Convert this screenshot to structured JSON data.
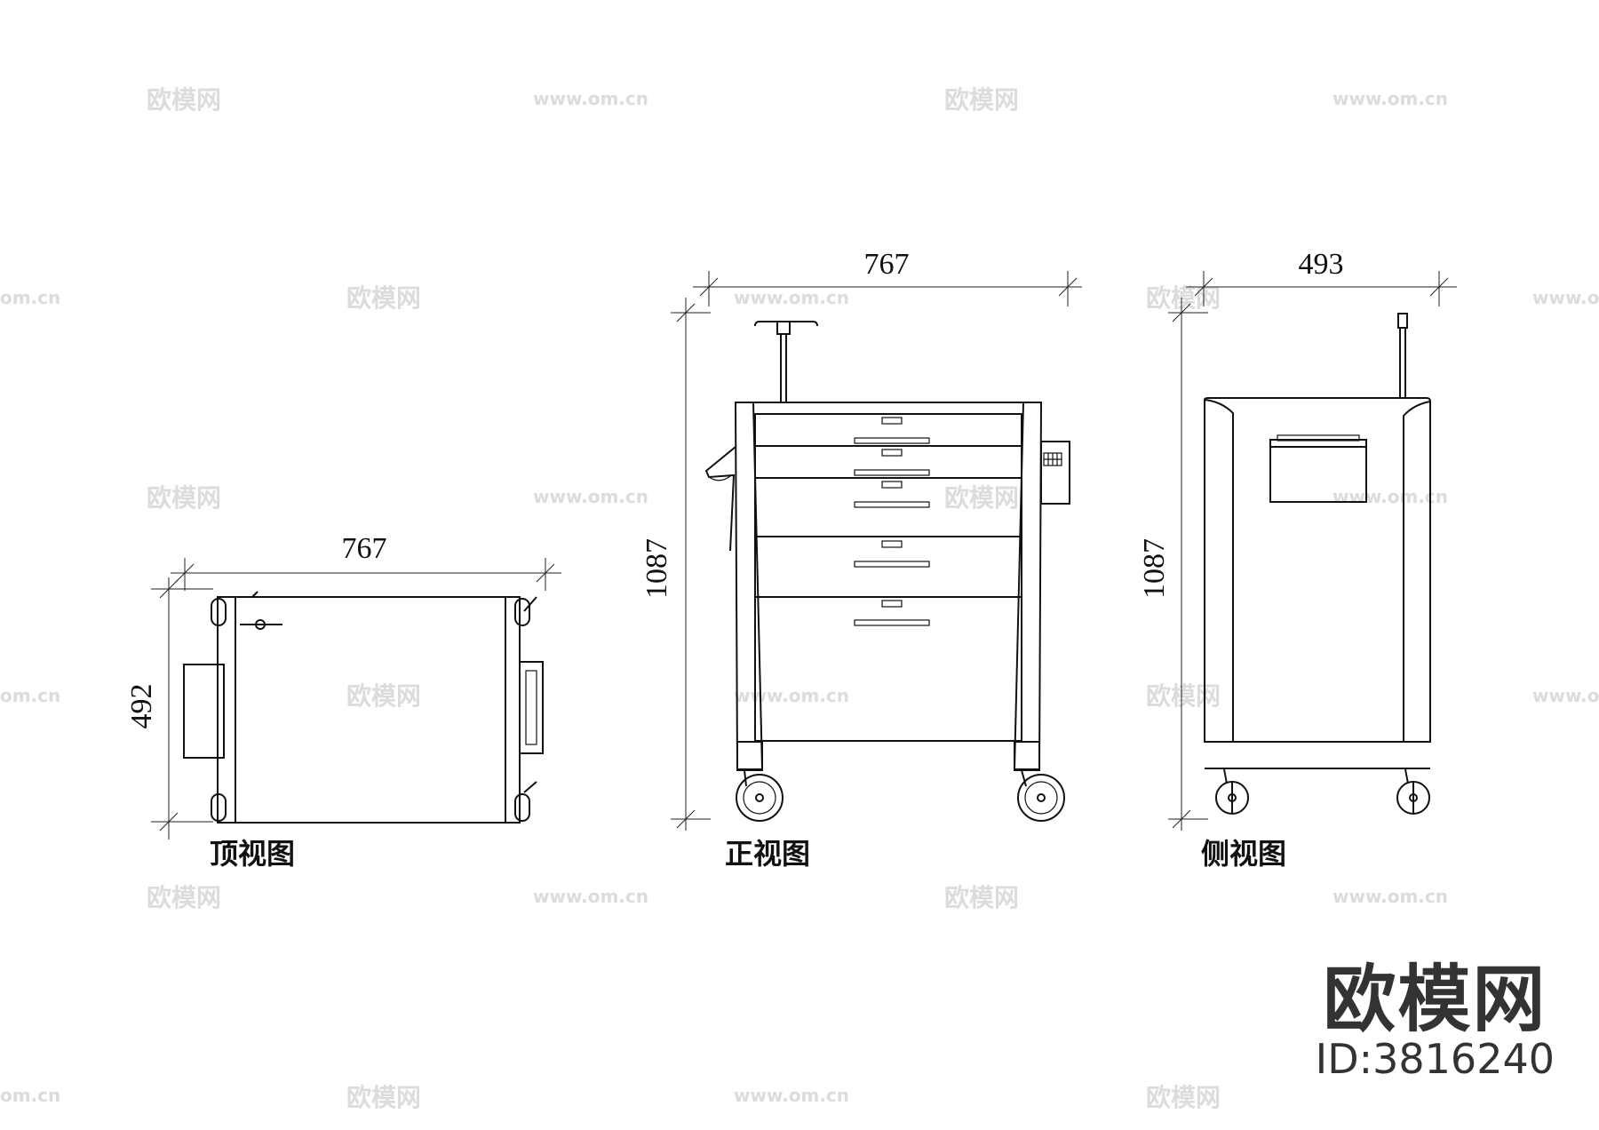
{
  "views": {
    "top": {
      "caption": "顶视图",
      "width": "767",
      "depth": "492"
    },
    "front": {
      "caption": "正视图",
      "width": "767",
      "height": "1087"
    },
    "side": {
      "caption": "侧视图",
      "width": "493",
      "height": "1087"
    }
  },
  "watermark": {
    "cn": "欧模网",
    "url": "www.om.cn",
    "cn_partial": "om.cn"
  },
  "brand": {
    "name": "欧模网",
    "id": "ID:3816240"
  }
}
